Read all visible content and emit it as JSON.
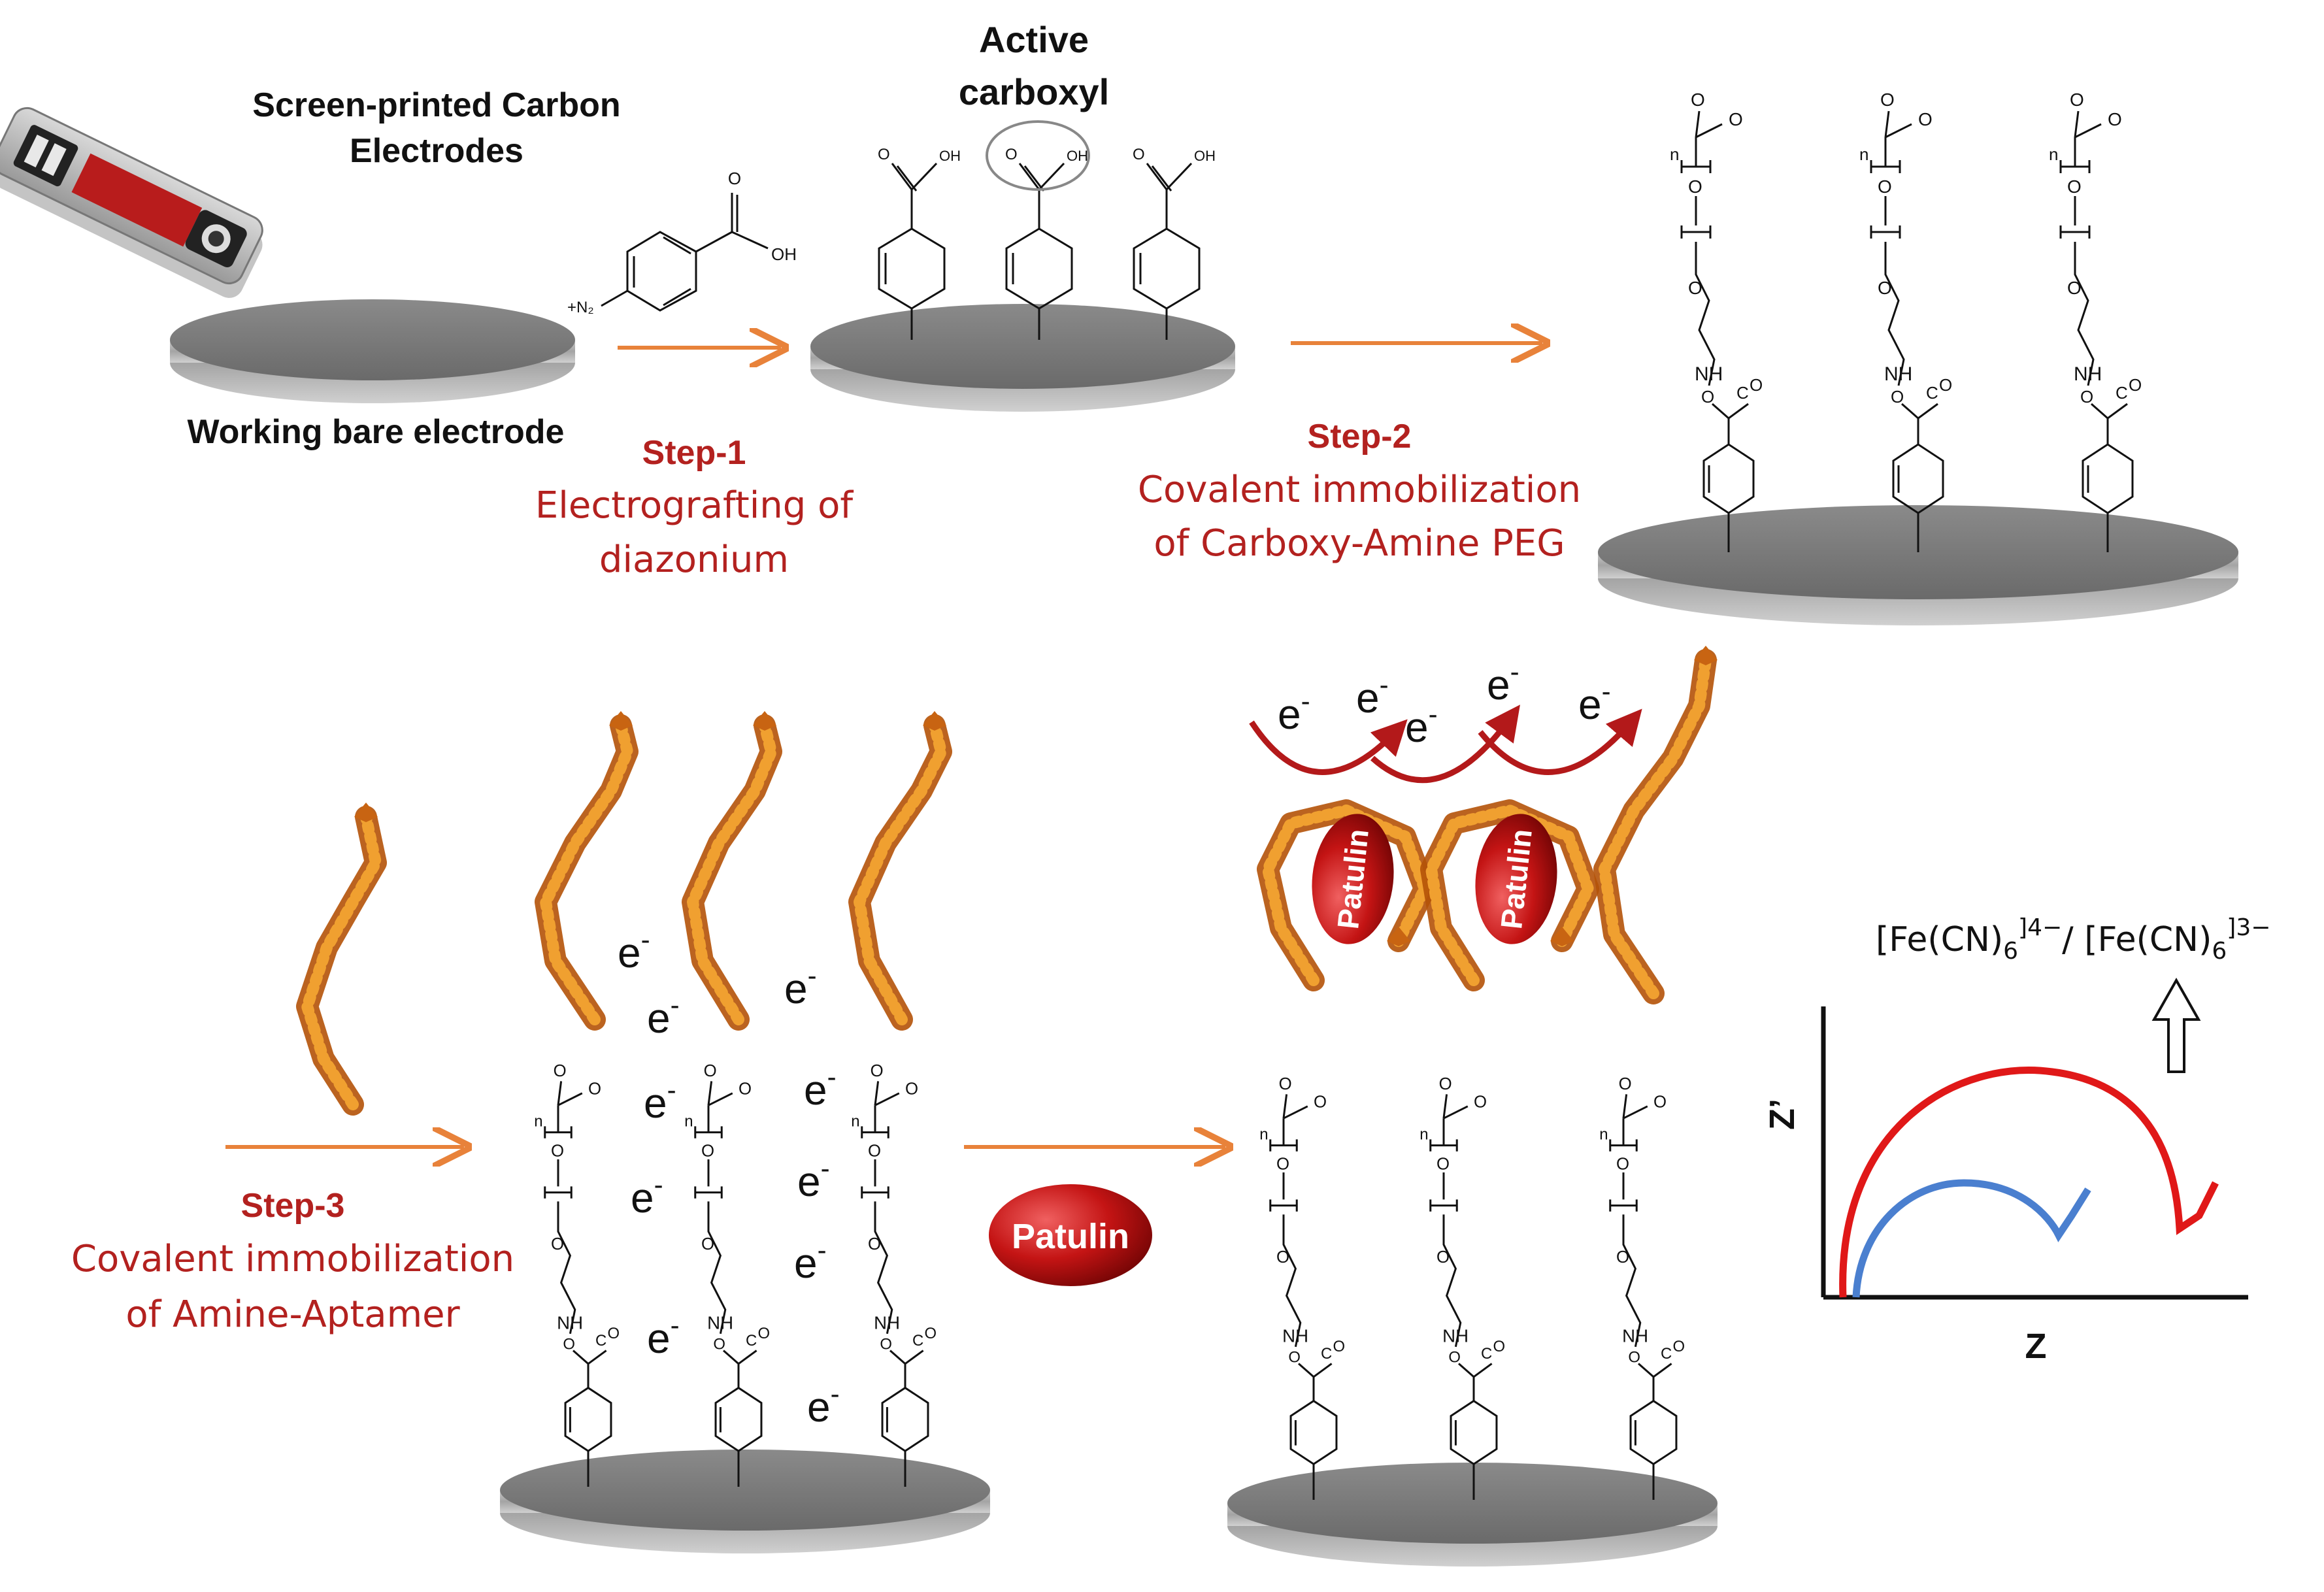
{
  "labels": {
    "screen_printed_line1": "Screen-printed Carbon",
    "screen_printed_line2": "Electrodes",
    "working_bare_electrode": "Working bare electrode",
    "active_carboxyl_line1": "Active",
    "active_carboxyl_line2": "carboxyl"
  },
  "steps": [
    {
      "title": "Step-1",
      "desc_line1": "Electrografting of",
      "desc_line2": "diazonium"
    },
    {
      "title": "Step-2",
      "desc_line1": "Covalent  immobilization",
      "desc_line2": "of Carboxy-Amine  PEG"
    },
    {
      "title": "Step-3",
      "desc_line1": "Covalent  immobilization",
      "desc_line2": "of Amine-Aptamer"
    }
  ],
  "chemistry": {
    "oh": "OH",
    "o": "O",
    "n": "n",
    "nh": "NH",
    "c": "C",
    "n2": "+N₂"
  },
  "electron": {
    "e": "e",
    "minus": "-"
  },
  "patulin": "Patulin",
  "redox": {
    "fe1": "[Fe(CN)",
    "sub1": "6",
    "sup1": "]4−",
    "slash": "/ ",
    "fe2": "[Fe(CN)",
    "sub2": "6",
    "sup2": "]3−"
  },
  "nyquist": {
    "xlabel": "Z",
    "ylabel": "Z’"
  },
  "colors": {
    "arrow": "#e8823a",
    "label_red": "#b3211f",
    "patulin_red": "#c41414",
    "nyquist_red": "#e01818",
    "nyquist_blue": "#4a7fcf",
    "aptamer": "#e07a14",
    "electrode": "#7a7a7a"
  },
  "icons": [
    "screen-printed-electrode-icon",
    "hollow-up-arrow-icon"
  ]
}
